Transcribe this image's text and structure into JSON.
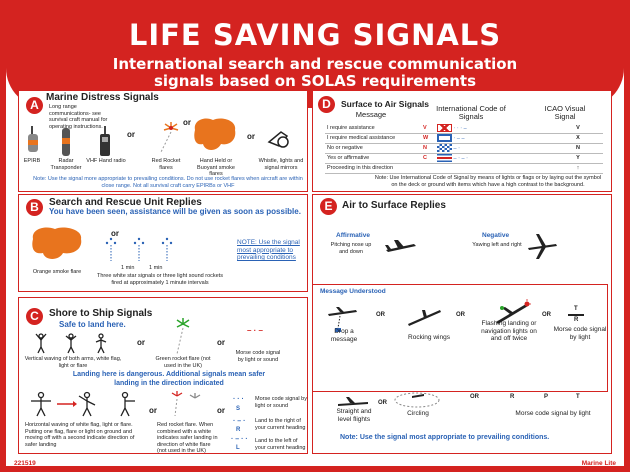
{
  "header": {
    "title": "LIFE SAVING SIGNALS",
    "subtitle_line1": "International search and rescue communication",
    "subtitle_line2": "signals based on SOLAS requirements"
  },
  "panel_a": {
    "letter": "A",
    "title": "Marine Distress Signals",
    "intro": "Long range communications- see survival craft manual for operating instructions.",
    "items": [
      "EPIRB",
      "Radar Transponder",
      "VHF Hand radio",
      "Red Rocket flares",
      "Hand Held or Buoyant smoke flares",
      "Whistle, lights and signal mirrors"
    ],
    "or": "or",
    "note": "Note: Use the signal more appropriate to prevailing conditions. Do not use rocket flares when aircraft are within close range. Not all survival craft carry EPIRBs or VHF"
  },
  "panel_b": {
    "letter": "B",
    "title": "Search and Rescue Unit Replies",
    "subtitle": "You have been seen, assistance will be given as soon as possible.",
    "or": "or",
    "smoke_label": "Orange smoke flare",
    "interval_1": "1 min",
    "interval_2": "1 min",
    "star_label": "Three white star signals or three light sound rockets fired at approximately 1 minute intervals",
    "note": "NOTE: Use the signal most appropriate to prevailing conditions"
  },
  "panel_c": {
    "letter": "C",
    "title": "Shore to Ship Signals",
    "safe_title": "Safe to land here.",
    "or": "or",
    "safe_items": [
      "Vertical waving of both arms, white flag, light or flare",
      "Green rocket flare (not used in the UK)",
      "Morse code signal by light or sound"
    ],
    "morse_k": "– · –",
    "danger_title": "Landing here is dangerous. Additional signals mean safer landing in the direction indicated",
    "danger_items": [
      "Horizontal waving of white flag, light or flare. Putting one flag, flare or light on ground and moving off with a second indicate direction of safer landing",
      "Red rocket flare. When combined with a white indicates safer landing in direction of white flare (not used in the UK)",
      "Morse code signal by light or sound",
      "Land to the right of your current heading",
      "Land to the left of your current heading"
    ],
    "morse_letters": [
      "S",
      "R",
      "L"
    ],
    "morse_s": "· · ·",
    "morse_r": "· – ·",
    "morse_l": "· – · ·"
  },
  "panel_d": {
    "letter": "D",
    "title": "Surface to Air Signals",
    "col_message": "Message",
    "col_intl": "International Code of Signals",
    "col_icao": "ICAO Visual Signal",
    "rows": [
      {
        "message": "I require assistance",
        "code": "V",
        "icao": "V"
      },
      {
        "message": "I require medical assistance",
        "code": "W",
        "icao": "X"
      },
      {
        "message": "No or negative",
        "code": "N",
        "icao": "N"
      },
      {
        "message": "Yes or affirmative",
        "code": "C",
        "icao": "Y"
      },
      {
        "message": "Proceeding in this direction",
        "code": "",
        "icao": "↑"
      }
    ],
    "note": "Note: Use International Code of Signal by means of lights or flags or by laying out the symbol on the deck or ground with items which have a high contrast to the background."
  },
  "panel_e": {
    "letter": "E",
    "title": "Air to Surface Replies",
    "affirmative": "Affirmative",
    "affirmative_desc": "Pitching nose up and down",
    "negative": "Negative",
    "negative_desc": "Yawing left and right",
    "understood_title": "Message Understood",
    "or": "OR",
    "understood_items": [
      "Drop a message",
      "Rocking wings",
      "Flashing landing or navigation lights on and off twice",
      "Morse code signal by light"
    ],
    "morse_t": "T",
    "morse_r": "R",
    "bottom_items": [
      "Straight and level flights",
      "Circling",
      "Morse code signal by light"
    ],
    "morse_bottom": [
      "R",
      "P",
      "T"
    ],
    "note": "Note: Use the signal most appropriate to prevailing conditions."
  },
  "footer": {
    "code": "221519",
    "brand": "Marine Lite"
  },
  "colors": {
    "brand_red": "#d42320",
    "accent_blue": "#2a62b5",
    "flare_orange": "#e8741e"
  }
}
